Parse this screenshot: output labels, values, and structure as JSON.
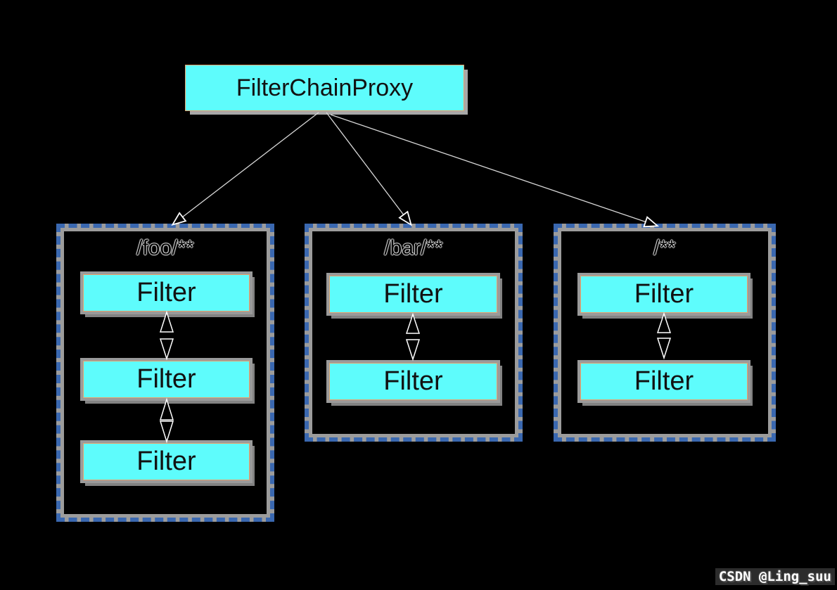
{
  "diagram": {
    "title_node": {
      "label": "FilterChainProxy"
    },
    "chains": [
      {
        "pattern": "/foo/**",
        "filters": [
          "Filter",
          "Filter",
          "Filter"
        ]
      },
      {
        "pattern": "/bar/**",
        "filters": [
          "Filter",
          "Filter"
        ]
      },
      {
        "pattern": "/**",
        "filters": [
          "Filter",
          "Filter"
        ]
      }
    ]
  },
  "watermark": {
    "text": "CSDN @Ling_suu"
  },
  "colors": {
    "background": "#000000",
    "node_fill": "#5efcfc",
    "node_border": "#e8a06a",
    "node_shadow": "#9a9a9a",
    "chain_dash_blue": "#3a68b0",
    "chain_band_gray": "#9c9c9c",
    "connector_line": "#d8d8d8",
    "arrowhead_fill": "#000000",
    "arrowhead_stroke": "#ffffff"
  }
}
